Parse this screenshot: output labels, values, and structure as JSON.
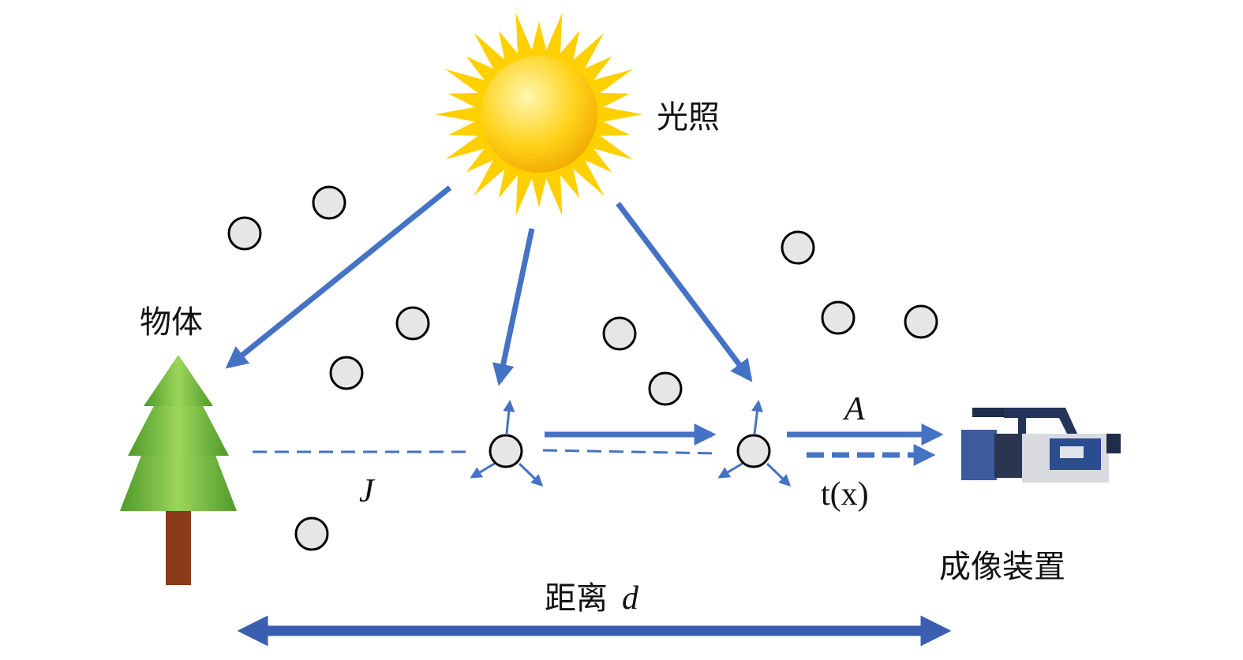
{
  "labels": {
    "light": "光照",
    "object": "物体",
    "camera": "成像装置",
    "distance": "距离",
    "distance_var": "d",
    "J": "J",
    "A": "A",
    "tx": "t(x)"
  },
  "colors": {
    "arrow": "#4472c4",
    "distance_arrow": "#3a5fb0",
    "particle": "#e6e6e6"
  }
}
